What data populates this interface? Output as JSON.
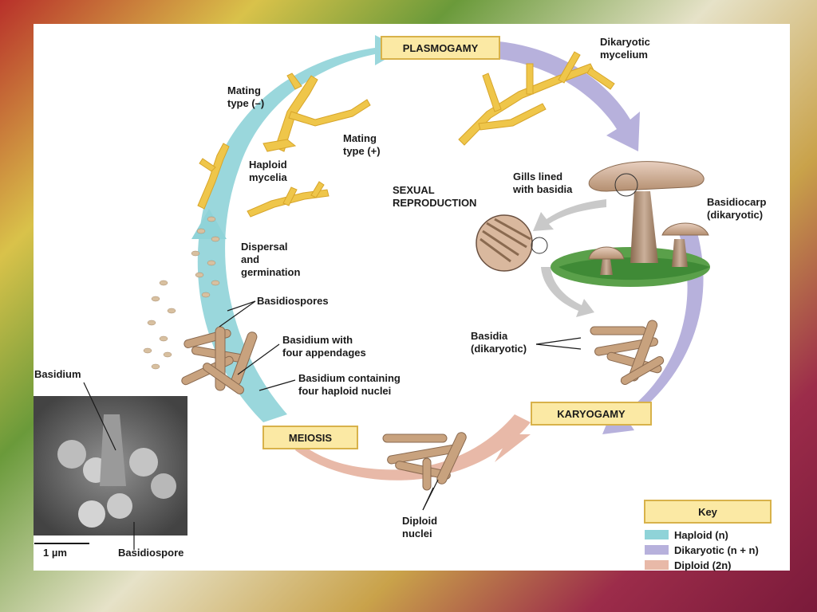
{
  "stages": {
    "plasmogamy": "PLASMOGAMY",
    "karyogamy": "KARYOGAMY",
    "meiosis": "MEIOSIS"
  },
  "center_label": [
    "SEXUAL",
    "REPRODUCTION"
  ],
  "labels": {
    "dikaryotic_mycelium": [
      "Dikaryotic",
      "mycelium"
    ],
    "mating_minus": [
      "Mating",
      "type (–)"
    ],
    "mating_plus": [
      "Mating",
      "type (+)"
    ],
    "haploid_mycelia": [
      "Haploid",
      "mycelia"
    ],
    "gills": [
      "Gills lined",
      "with basidia"
    ],
    "basidiocarp": [
      "Basidiocarp",
      "(dikaryotic)"
    ],
    "dispersal": [
      "Dispersal",
      "and",
      "germination"
    ],
    "basidiospores": "Basidiospores",
    "basidium_four": [
      "Basidium with",
      "four appendages"
    ],
    "basidium_containing": [
      "Basidium containing",
      "four haploid nuclei"
    ],
    "basidia_dik": [
      "Basidia",
      "(dikaryotic)"
    ],
    "diploid_nuclei": [
      "Diploid",
      "nuclei"
    ],
    "micrograph_basidium": "Basidium",
    "micrograph_basidiospore": "Basidiospore",
    "scale": "1 µm"
  },
  "key": {
    "title": "Key",
    "items": [
      {
        "label": "Haploid (n)",
        "color": "#8fd3d8"
      },
      {
        "label": "Dikaryotic (n + n)",
        "color": "#b7b1dc"
      },
      {
        "label": "Diploid (2n)",
        "color": "#e8b9a8"
      }
    ]
  },
  "colors": {
    "haploid": "#8fd3d8",
    "dikaryotic": "#b7b1dc",
    "diploid": "#e8b9a8",
    "stage_box": "#fbe9a4",
    "stage_border": "#d8b24a",
    "hypha": "#efc64a",
    "mushroom": "#b48f70"
  }
}
